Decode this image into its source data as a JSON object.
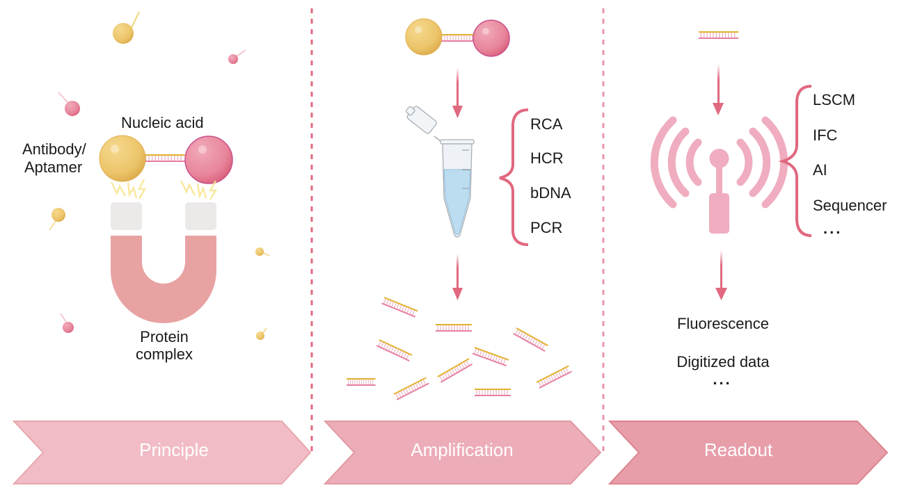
{
  "panels": {
    "principle": {
      "labels": {
        "nucleic_acid": "Nucleic acid",
        "antibody_line1": "Antibody/",
        "antibody_line2": "Aptamer",
        "protein_line1": "Protein",
        "protein_line2": "complex"
      }
    },
    "amplification": {
      "methods": [
        "RCA",
        "HCR",
        "bDNA",
        "PCR"
      ]
    },
    "readout": {
      "instruments": [
        "LSCM",
        "IFC",
        "AI",
        "Sequencer",
        "..."
      ],
      "outputs": [
        "Fluorescence",
        "Digitized data",
        "..."
      ]
    }
  },
  "steps": [
    "Principle",
    "Amplification",
    "Readout"
  ],
  "icons": {
    "probe": "antibody-nucleic-acid-probe-icon",
    "magnet": "magnet-icon",
    "tube": "microcentrifuge-tube-icon",
    "dna": "dna-duplex-icon",
    "signal": "signal-antenna-icon",
    "arrow": "down-arrow-icon",
    "brace": "curly-brace-icon"
  },
  "colors": {
    "accent": "#e0687f",
    "yellow_bead": "#ecc46a",
    "pink_bead": "#e8859b",
    "magnet": "#e8a2a2",
    "magnet_pole": "#ece9e9",
    "step1": "#f1bcc6",
    "step2": "#ecacb8",
    "step3": "#e79ea9",
    "tube_liquid": "#bcdcf0",
    "antenna": "#efadbf"
  }
}
